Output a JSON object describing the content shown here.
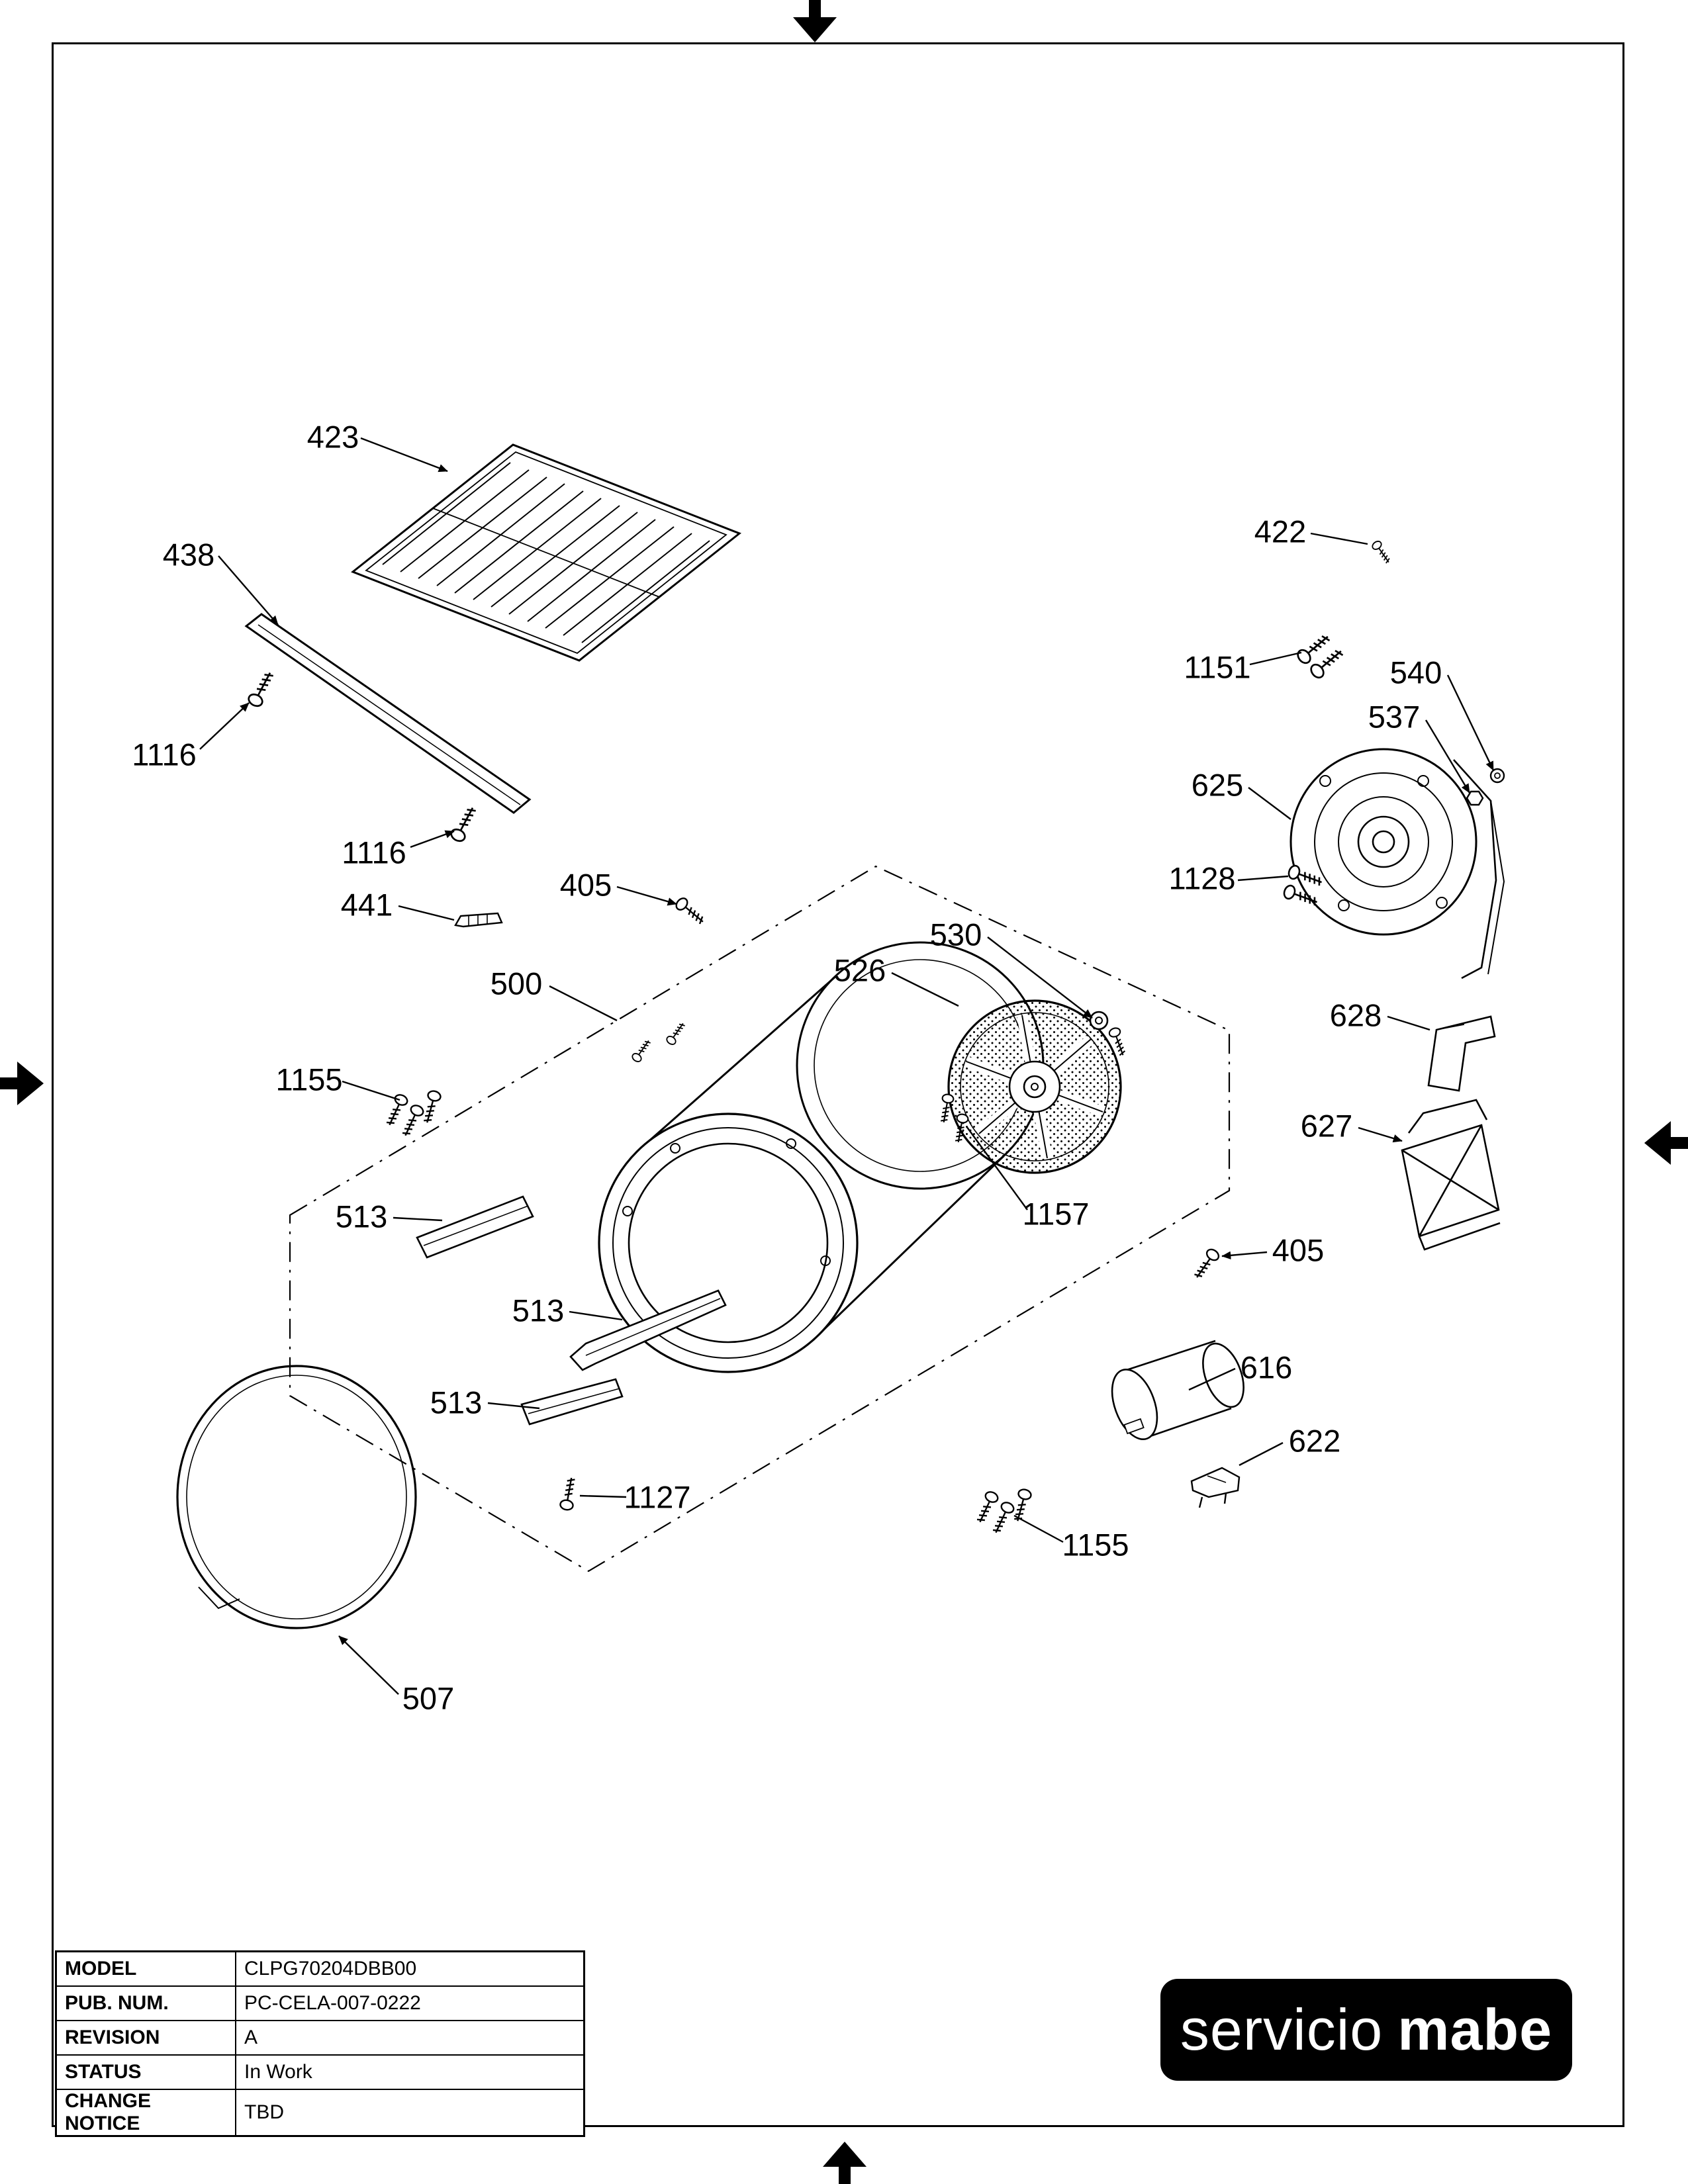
{
  "colors": {
    "ink": "#000000",
    "paper": "#ffffff"
  },
  "callouts": [
    {
      "text": "423"
    },
    {
      "text": "438"
    },
    {
      "text": "1116"
    },
    {
      "text": "1116"
    },
    {
      "text": "441"
    },
    {
      "text": "405"
    },
    {
      "text": "500"
    },
    {
      "text": "526"
    },
    {
      "text": "530"
    },
    {
      "text": "1155"
    },
    {
      "text": "513"
    },
    {
      "text": "513"
    },
    {
      "text": "513"
    },
    {
      "text": "1127"
    },
    {
      "text": "507"
    },
    {
      "text": "1157"
    },
    {
      "text": "405"
    },
    {
      "text": "616"
    },
    {
      "text": "622"
    },
    {
      "text": "1155"
    },
    {
      "text": "422"
    },
    {
      "text": "1151"
    },
    {
      "text": "540"
    },
    {
      "text": "537"
    },
    {
      "text": "625"
    },
    {
      "text": "1128"
    },
    {
      "text": "628"
    },
    {
      "text": "627"
    }
  ],
  "titleblock": {
    "rows": [
      {
        "label": "MODEL",
        "value": "CLPG70204DBB00"
      },
      {
        "label": "PUB. NUM.",
        "value": "PC-CELA-007-0222"
      },
      {
        "label": "REVISION",
        "value": "A"
      },
      {
        "label": "STATUS",
        "value": "In Work"
      },
      {
        "label": "CHANGE NOTICE",
        "value": "TBD"
      }
    ]
  },
  "logo": {
    "part1": "servicio",
    "part2": "mabe"
  }
}
